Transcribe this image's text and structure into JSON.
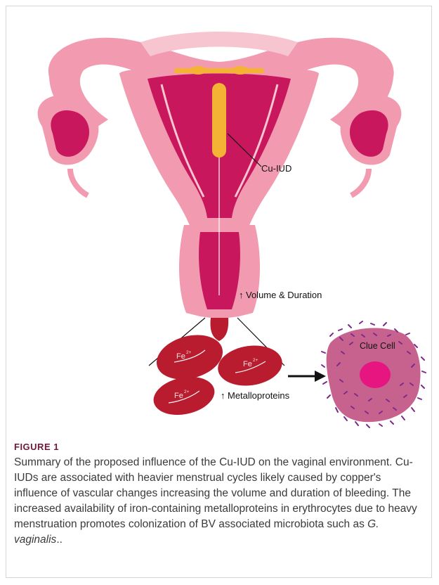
{
  "figure": {
    "label": "FIGURE 1",
    "caption_main": "Summary of the proposed influence of the Cu-IUD on the vaginal environment. Cu-IUDs are associated with heavier menstrual cycles likely caused by copper's influence of vascular changes increasing the volume and duration of bleeding. The increased availability of iron-containing metalloproteins in erythrocytes due to heavy menstruation promotes colonization of BV associated microbiota such as ",
    "caption_species": "G. vaginalis",
    "caption_end": ".."
  },
  "diagram": {
    "labels": {
      "cu_iud": "Cu-IUD",
      "volume_duration": "Volume & Duration",
      "metalloproteins": "Metalloproteins",
      "clue_cell": "Clue Cell"
    },
    "iron_label": "Fe",
    "iron_charge": "2+",
    "arrow_up_symbol": "↑",
    "colors": {
      "tissue_pink": "#f29bb0",
      "tissue_light": "#f7c5d0",
      "uterus_magenta": "#c8175d",
      "blood_red": "#b81c2e",
      "copper": "#f5b335",
      "clue_cell_body": "#c7628f",
      "clue_cell_nucleus": "#e6157f",
      "bacteria": "#7d2a8c"
    }
  }
}
